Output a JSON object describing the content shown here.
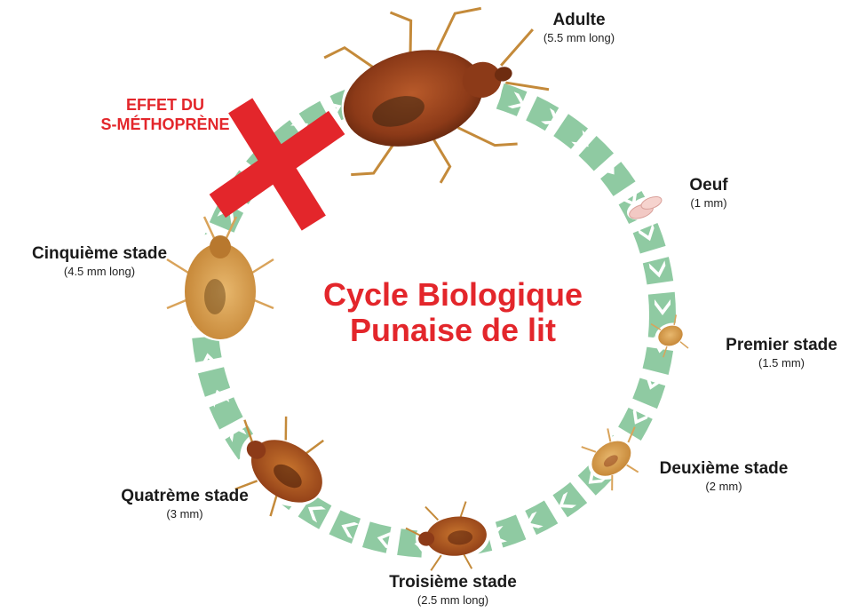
{
  "title": {
    "line1": "Cycle Biologique",
    "line2": "Punaise de lit"
  },
  "effect_label": {
    "line1": "EFFET DU",
    "line2": "S-MÉTHOPRÈNE"
  },
  "stages": [
    {
      "id": "adulte",
      "name": "Adulte",
      "size": "(5.5 mm long)"
    },
    {
      "id": "oeuf",
      "name": "Oeuf",
      "size": "(1 mm)"
    },
    {
      "id": "premier",
      "name": "Premier stade",
      "size": "(1.5 mm)"
    },
    {
      "id": "deuxieme",
      "name": "Deuxième stade",
      "size": "(2 mm)"
    },
    {
      "id": "troisieme",
      "name": "Troisième stade",
      "size": "(2.5 mm long)"
    },
    {
      "id": "quatreme",
      "name": "Quatrème stade",
      "size": "(3 mm)"
    },
    {
      "id": "cinquieme",
      "name": "Cinquième stade",
      "size": "(4.5 mm long)"
    }
  ],
  "colors": {
    "title": "#e3262b",
    "effect": "#e3262b",
    "cross": "#e3262b",
    "ring": "#8fcaa2",
    "bug_dark": "#7a2e12",
    "bug_mid": "#a8471e",
    "bug_light": "#d9a35a"
  },
  "icons": {
    "cross": "red-cross-icon",
    "bug": "bed-bug-icon",
    "egg": "egg-icon"
  }
}
